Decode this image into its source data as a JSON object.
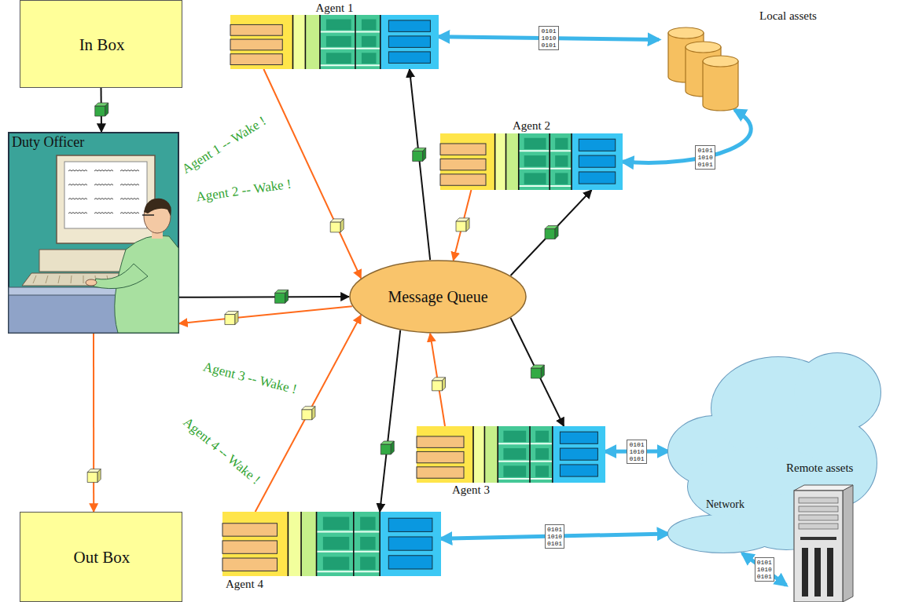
{
  "diagram": {
    "nodes": [
      {
        "text": [
          "In Box"
        ]
      },
      {
        "text": [
          "Duty Officer"
        ]
      },
      {
        "text": [
          "Out Box"
        ]
      },
      {
        "text": [
          "Message Queue"
        ]
      },
      {
        "text": [
          "Agent 1"
        ]
      },
      {
        "text": [
          "Agent 2"
        ]
      },
      {
        "text": [
          "Agent 3"
        ]
      },
      {
        "text": [
          "Agent 4"
        ]
      },
      {
        "text": [
          "Local assets"
        ]
      },
      {
        "text": [
          "Network"
        ]
      },
      {
        "text": [
          "Remote assets"
        ]
      }
    ],
    "edges": [
      {
        "from": 0,
        "to": 1,
        "arrow": "to"
      },
      {
        "from": 1,
        "to": 3,
        "arrow": "to"
      },
      {
        "from": 3,
        "to": 1,
        "arrow": "to"
      },
      {
        "from": 1,
        "to": 2,
        "arrow": "to"
      },
      {
        "from": 3,
        "to": 4,
        "arrow": "to"
      },
      {
        "from": 4,
        "to": 3,
        "arrow": "to"
      },
      {
        "from": 3,
        "to": 5,
        "arrow": "to"
      },
      {
        "from": 5,
        "to": 3,
        "arrow": "to"
      },
      {
        "from": 3,
        "to": 6,
        "arrow": "to"
      },
      {
        "from": 6,
        "to": 3,
        "arrow": "to"
      },
      {
        "from": 3,
        "to": 7,
        "arrow": "to"
      },
      {
        "from": 7,
        "to": 3,
        "arrow": "to"
      },
      {
        "from": 4,
        "to": 8,
        "label": "0101 1010 0101",
        "arrow": "both"
      },
      {
        "from": 8,
        "to": 5,
        "label": "0101 1010 0101",
        "arrow": "both"
      },
      {
        "from": 6,
        "to": 9,
        "label": "0101 1010 0101",
        "arrow": "both"
      },
      {
        "from": 7,
        "to": 9,
        "label": "0101 1010 0101",
        "arrow": "both"
      },
      {
        "from": 9,
        "to": 10,
        "label": "0101 1010 0101",
        "arrow": "both"
      }
    ],
    "labels": [
      "Agent 1 -- Wake !",
      "Agent 2 -- Wake !",
      "Agent 3 -- Wake !",
      "Agent 4 -- Wake !"
    ]
  }
}
